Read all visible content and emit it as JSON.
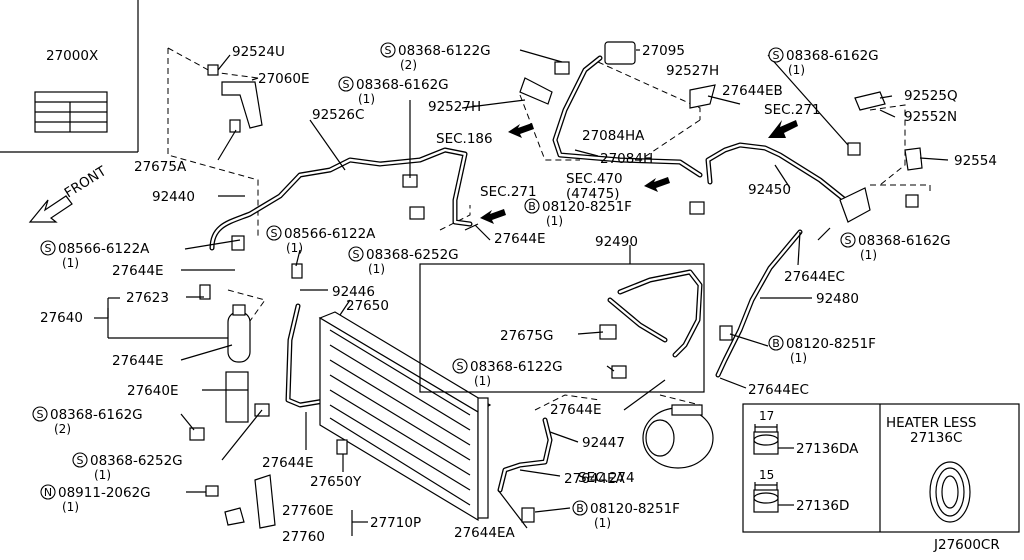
{
  "diagram_code": "J27600CR",
  "front_label": "FRONT",
  "heater_less_title": "HEATER LESS",
  "label_box": {
    "part": "27000X"
  },
  "parts": {
    "p92524U": "92524U",
    "p27060E": "27060E",
    "p27675A": "27675A",
    "p92526C": "92526C",
    "p92440": "92440",
    "p27644E_a": "27644E",
    "p27623": "27623",
    "p27640": "27640",
    "p27644E_b": "27644E",
    "p27640E": "27640E",
    "p27644E_c": "27644E",
    "p27650Y": "27650Y",
    "p27760E": "27760E",
    "p27710P": "27710P",
    "p27760": "27760",
    "p27644EA_a": "27644EA",
    "p92446": "92446",
    "p27650": "27650",
    "p27095": "27095",
    "p92527H_a": "92527H",
    "p92527H_b": "92527H",
    "p27644EB": "27644EB",
    "p27084HA": "27084HA",
    "p27084H": "27084H",
    "p27644E_d": "27644E",
    "p92490": "92490",
    "p27675G": "27675G",
    "p27644E_e": "27644E",
    "p92447": "92447",
    "p27644EA_b": "27644EA",
    "p92525Q": "92525Q",
    "p92552N": "92552N",
    "p92450": "92450",
    "p92554": "92554",
    "p27644EC_a": "27644EC",
    "p92480": "92480",
    "p27644EC_b": "27644EC",
    "p27136DA": "27136DA",
    "p27136D": "27136D",
    "p27136C": "27136C"
  },
  "sections": {
    "sec186": "SEC.186",
    "sec271_a": "SEC.271",
    "sec271_b": "SEC.271",
    "sec470": "SEC.470",
    "sec470_sub": "(47475)",
    "sec274": "SEC.274"
  },
  "fasteners": {
    "f1": {
      "prefix": "S",
      "num": "08368-6122G",
      "qty": "(2)"
    },
    "f2": {
      "prefix": "S",
      "num": "08368-6162G",
      "qty": "(1)"
    },
    "f3": {
      "prefix": "S",
      "num": "08368-6162G",
      "qty": "(1)"
    },
    "f4": {
      "prefix": "S",
      "num": "08566-6122A",
      "qty": "(1)"
    },
    "f5": {
      "prefix": "S",
      "num": "08566-6122A",
      "qty": "(1)"
    },
    "f6": {
      "prefix": "S",
      "num": "08368-6252G",
      "qty": "(1)"
    },
    "f7": {
      "prefix": "B",
      "num": "08120-8251F",
      "qty": "(1)"
    },
    "f8": {
      "prefix": "S",
      "num": "08368-6162G",
      "qty": "(1)"
    },
    "f9": {
      "prefix": "B",
      "num": "08120-8251F",
      "qty": "(1)"
    },
    "f10": {
      "prefix": "S",
      "num": "08368-6122G",
      "qty": "(1)"
    },
    "f11": {
      "prefix": "S",
      "num": "08368-6162G",
      "qty": "(2)"
    },
    "f12": {
      "prefix": "S",
      "num": "08368-6252G",
      "qty": "(1)"
    },
    "f13": {
      "prefix": "N",
      "num": "08911-2062G",
      "qty": "(1)"
    },
    "f14": {
      "prefix": "B",
      "num": "08120-8251F",
      "qty": "(1)"
    }
  },
  "dimensions": {
    "d17": "17",
    "d15": "15"
  }
}
